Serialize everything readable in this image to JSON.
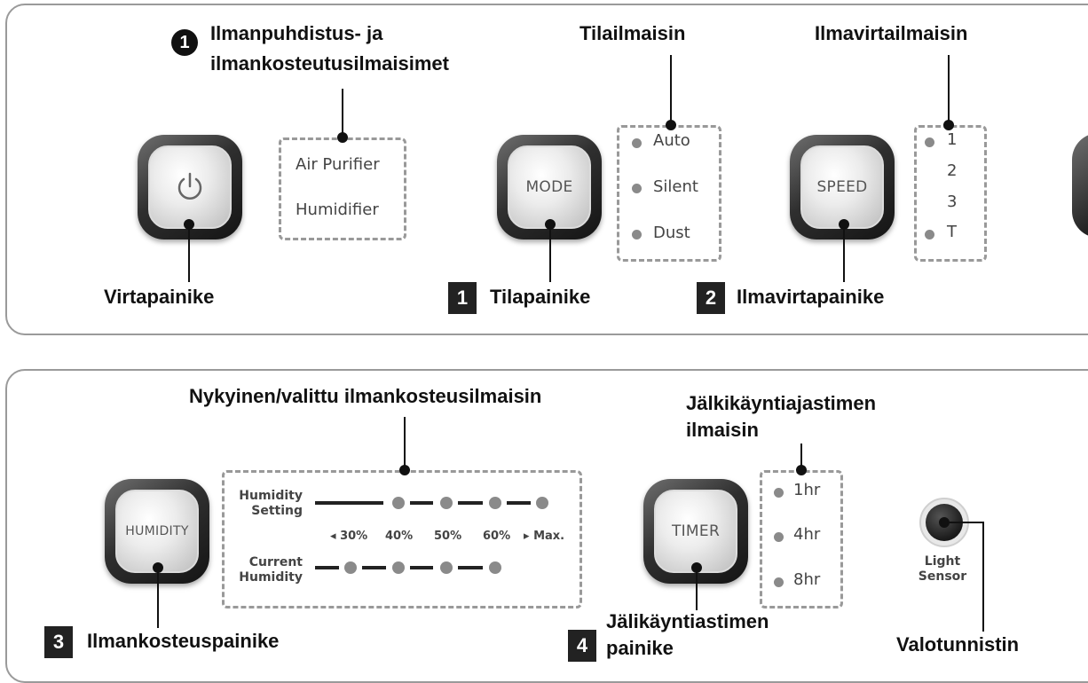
{
  "top_panel": {
    "power_button": {
      "icon": "power-icon",
      "callout": "Virtapainike"
    },
    "purification_indicators": {
      "number": "1",
      "callout_line1": "Ilmanpuhdistus- ja",
      "callout_line2": "ilmankosteutusilmaisimet",
      "items": [
        "Air Purifier",
        "Humidifier"
      ]
    },
    "mode_button": {
      "label": "MODE",
      "number": "1",
      "callout": "Tilapainike"
    },
    "mode_indicators": {
      "callout": "Tilailmaisin",
      "items": [
        "Auto",
        "Silent",
        "Dust"
      ]
    },
    "speed_button": {
      "label": "SPEED",
      "number": "2",
      "callout": "Ilmavirtapainike"
    },
    "speed_indicators": {
      "callout": "Ilmavirtailmaisin",
      "items": [
        "1",
        "2",
        "3",
        "T"
      ]
    }
  },
  "bottom_panel": {
    "humidity_button": {
      "label": "HUMIDITY",
      "number": "3",
      "callout": "Ilmankosteuspainike"
    },
    "humidity_indicator": {
      "callout": "Nykyinen/valittu ilmankosteusilmaisin",
      "setting_line1": "Humidity",
      "setting_line2": "Setting",
      "current_line1": "Current",
      "current_line2": "Humidity",
      "scale": [
        "30%",
        "40%",
        "50%",
        "60%",
        "Max."
      ]
    },
    "timer_button": {
      "label": "TIMER",
      "number": "4",
      "callout_line1": "Jälikäyntiastimen",
      "callout_line2": "painike"
    },
    "timer_indicators": {
      "callout_line1": "Jälkikäyntiajastimen",
      "callout_line2": "ilmaisin",
      "items": [
        "1hr",
        "4hr",
        "8hr"
      ]
    },
    "light_sensor": {
      "line1": "Light",
      "line2": "Sensor",
      "callout": "Valotunnistin"
    }
  },
  "colors": {
    "led": "#8a8a8a",
    "dash": "#999999",
    "button_dark": "#141414"
  }
}
